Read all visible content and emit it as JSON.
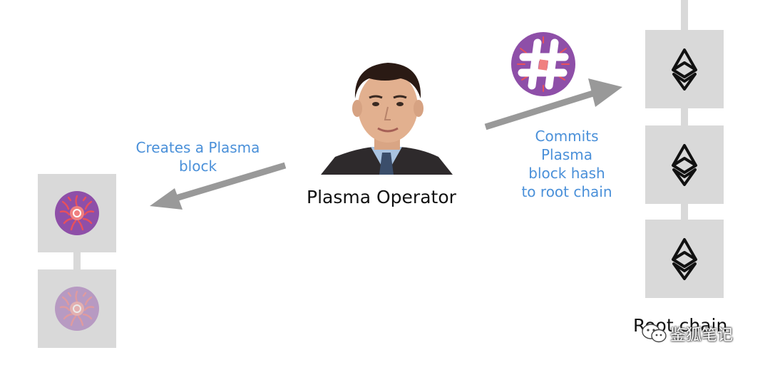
{
  "labels": {
    "create": "Creates a Plasma block",
    "commit": "Commits Plasma block hash to root chain",
    "operator": "Plasma Operator",
    "root_chain": "Root chain"
  },
  "watermark": {
    "text": "鉴狐笔记",
    "icon": "wechat-icon"
  },
  "icons": {
    "plasma_block": "plasma-block-icon",
    "hash": "hash-icon",
    "ethereum": "ethereum-icon",
    "operator_photo": "operator-photo"
  },
  "colors": {
    "label_blue": "#4a90d9",
    "block_gray": "#d9d9d9",
    "arrow_gray": "#999999",
    "plasma_purple": "#8e4fa8",
    "plasma_red": "#e8505b"
  }
}
